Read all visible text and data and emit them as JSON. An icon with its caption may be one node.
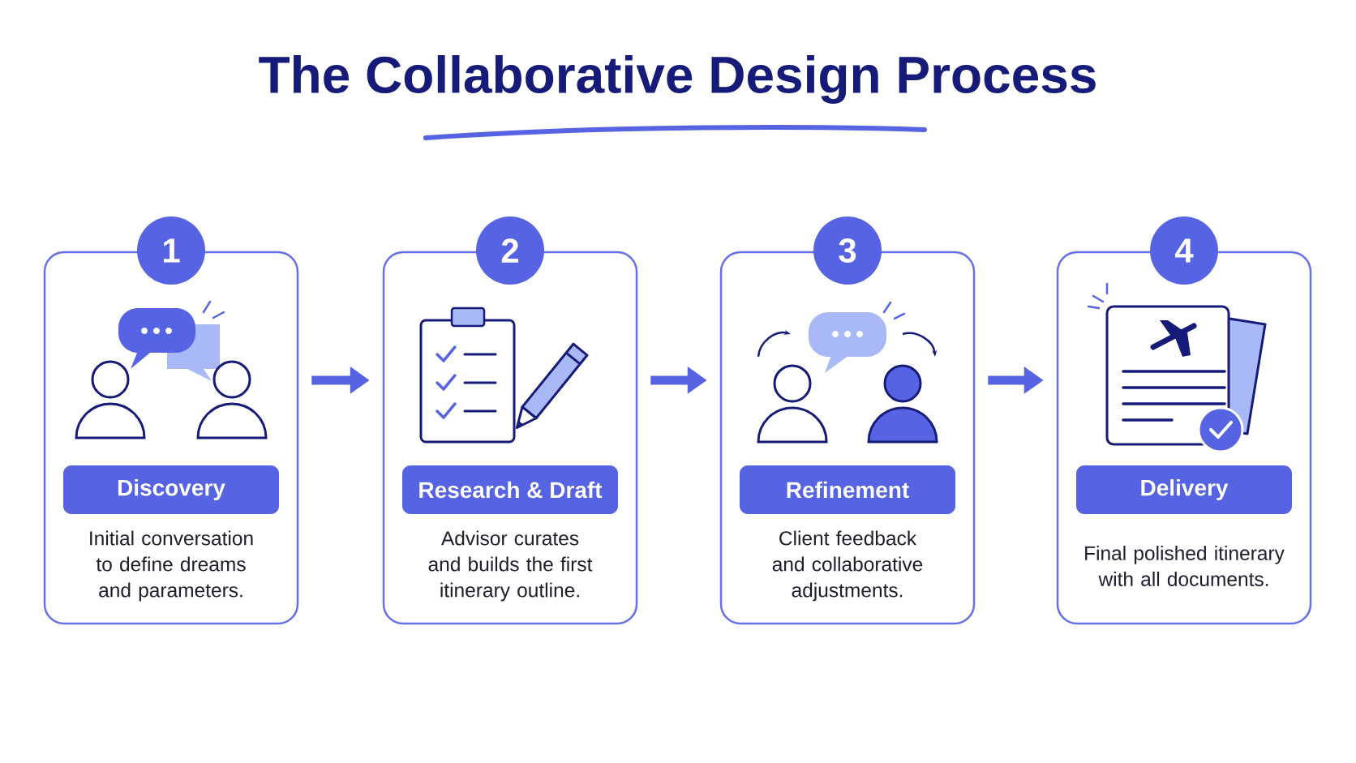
{
  "diagram": {
    "title": "The Collaborative Design Process",
    "nodes": [
      {
        "text": [
          "1",
          "Discovery",
          "Initial conversation to define dreams and parameters."
        ]
      },
      {
        "text": [
          "2",
          "Research & Draft",
          "Advisor curates and builds the first itinerary outline."
        ]
      },
      {
        "text": [
          "3",
          "Refinement",
          "Client feedback and collaborative adjustments."
        ]
      },
      {
        "text": [
          "4",
          "Delivery",
          "Final polished itinerary with all documents."
        ]
      }
    ],
    "edges": [
      {
        "from": 0,
        "to": 1,
        "arrow": "to"
      },
      {
        "from": 1,
        "to": 2,
        "arrow": "to"
      },
      {
        "from": 2,
        "to": 3,
        "arrow": "to"
      }
    ]
  }
}
